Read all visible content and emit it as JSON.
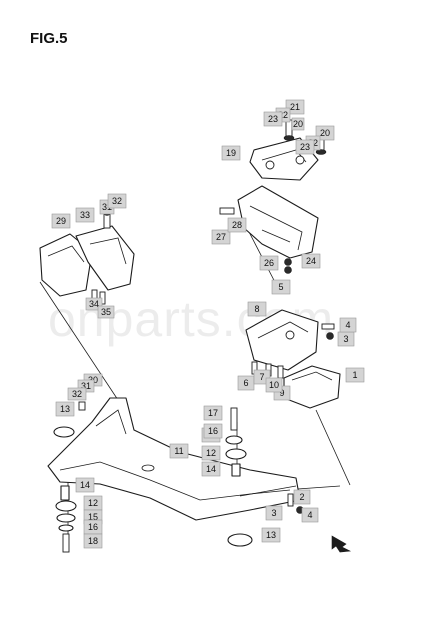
{
  "figure": {
    "title": "FIG.5",
    "watermark": "onparts.com"
  },
  "callouts": [
    {
      "id": "c1",
      "label": "1"
    },
    {
      "id": "c2",
      "label": "2"
    },
    {
      "id": "c3a",
      "label": "3"
    },
    {
      "id": "c3b",
      "label": "3"
    },
    {
      "id": "c4a",
      "label": "4"
    },
    {
      "id": "c4b",
      "label": "4"
    },
    {
      "id": "c5",
      "label": "5"
    },
    {
      "id": "c6",
      "label": "6"
    },
    {
      "id": "c7",
      "label": "7"
    },
    {
      "id": "c8",
      "label": "8"
    },
    {
      "id": "c9",
      "label": "9"
    },
    {
      "id": "c10",
      "label": "10"
    },
    {
      "id": "c11",
      "label": "11"
    },
    {
      "id": "c12a",
      "label": "12"
    },
    {
      "id": "c12b",
      "label": "12"
    },
    {
      "id": "c13a",
      "label": "13"
    },
    {
      "id": "c13b",
      "label": "13"
    },
    {
      "id": "c14a",
      "label": "14"
    },
    {
      "id": "c14b",
      "label": "14"
    },
    {
      "id": "c15a",
      "label": "15"
    },
    {
      "id": "c15b",
      "label": "15"
    },
    {
      "id": "c16a",
      "label": "16"
    },
    {
      "id": "c16b",
      "label": "16"
    },
    {
      "id": "c17",
      "label": "17"
    },
    {
      "id": "c18",
      "label": "18"
    },
    {
      "id": "c19",
      "label": "19"
    },
    {
      "id": "c20a",
      "label": "20"
    },
    {
      "id": "c20b",
      "label": "20"
    },
    {
      "id": "c21",
      "label": "21"
    },
    {
      "id": "c22a",
      "label": "22"
    },
    {
      "id": "c22b",
      "label": "22"
    },
    {
      "id": "c23a",
      "label": "23"
    },
    {
      "id": "c23b",
      "label": "23"
    },
    {
      "id": "c24",
      "label": "24"
    },
    {
      "id": "c26",
      "label": "26"
    },
    {
      "id": "c27",
      "label": "27"
    },
    {
      "id": "c28",
      "label": "28"
    },
    {
      "id": "c29",
      "label": "29"
    },
    {
      "id": "c30",
      "label": "30"
    },
    {
      "id": "c31a",
      "label": "31"
    },
    {
      "id": "c31b",
      "label": "31"
    },
    {
      "id": "c32a",
      "label": "32"
    },
    {
      "id": "c32b",
      "label": "32"
    },
    {
      "id": "c33",
      "label": "33"
    },
    {
      "id": "c34",
      "label": "34"
    },
    {
      "id": "c35",
      "label": "35"
    }
  ]
}
